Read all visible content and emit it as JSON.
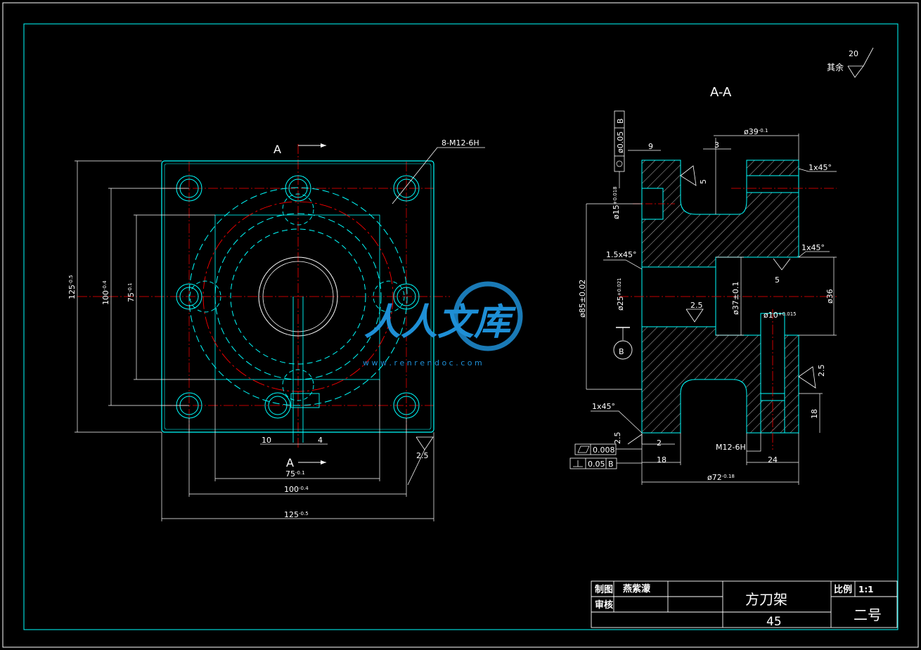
{
  "colors": {
    "background": "#000000",
    "outline": "#00ffff",
    "centerline": "#ff0000",
    "dimension": "#ffffff",
    "hidden": "#00ffff",
    "watermark": "#1e8fd6"
  },
  "front_view": {
    "section_label_top": "A",
    "section_label_bottom": "A",
    "hole_note": "8-M12-6H",
    "dim_width_125": "125",
    "dim_width_125_tol": "-0.5",
    "dim_width_100": "100",
    "dim_width_100_tol": "-0.4",
    "dim_width_75": "75",
    "dim_width_75_tol": "-0.1",
    "dim_height_125": "125",
    "dim_height_125_tol": "-0.5",
    "dim_height_100": "100",
    "dim_height_100_tol": "-0.4",
    "dim_height_75": "75",
    "dim_height_75_tol": "-0.1",
    "dim_slot_10": "10",
    "dim_slot_4": "4",
    "roughness_25": "2.5"
  },
  "section_view": {
    "title": "A-A",
    "roughness_other_label": "其余",
    "roughness_other_value": "20",
    "d39": "ø39",
    "d39_tol": "-0.1",
    "dim_3": "3",
    "dim_9": "9",
    "chamfer_top": "1x45°",
    "chamfer_mid": "1x45°",
    "chamfer_bottom": "1x45°",
    "chamfer_15": "1.5x45°",
    "roughness_5_top": "5",
    "roughness_5_mid": "5",
    "roughness_25_mid": "2.5",
    "roughness_25_right": "2.5",
    "roughness_25_bottom": "2.5",
    "d15": "ø15",
    "d15_tol": "+0.018",
    "d25": "ø25",
    "d25_tol": "+0.021",
    "d85": "ø85±0.02",
    "d37": "ø37±0.1",
    "d36": "ø36",
    "d10": "ø10",
    "d10_tol": "+0.015",
    "datum_label": "B",
    "position_tol_value": "ø0.05",
    "position_tol_datum": "B",
    "flatness_value": "0.008",
    "perp_value": "0.05",
    "perp_datum": "B",
    "dim_2": "2",
    "dim_18_bottom": "18",
    "dim_18_right": "18",
    "dim_24": "24",
    "thread_note": "M12-6H",
    "d72": "ø72",
    "d72_tol": "-0.18"
  },
  "watermark": {
    "brand": "人人文库",
    "url": "w w w . r e n r e n d o c . c o m"
  },
  "title_block": {
    "drawn_label": "制图",
    "drawn_name": "燕紫濛",
    "checked_label": "审核",
    "part_name": "方刀架",
    "material": "45",
    "scale_label": "比例",
    "scale_value": "1:1",
    "sheet": "二号"
  }
}
